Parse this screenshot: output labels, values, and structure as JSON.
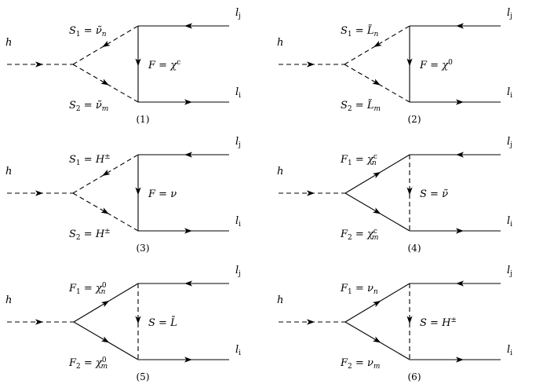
{
  "diagrams": [
    {
      "id": 1,
      "kind": "scalar-loop",
      "number": "(1)",
      "h": "h",
      "top": {
        "main": "S",
        "sub": "1",
        "rhs": "ν̃",
        "rhs_sub": "n"
      },
      "bottom": {
        "main": "S",
        "sub": "2",
        "rhs": "ν̃",
        "rhs_sub": "m"
      },
      "internal": {
        "main": "F",
        "rhs": "χ",
        "rhs_sup": "c",
        "rhs_sub": ""
      },
      "lj": {
        "main": "l",
        "sub": "j"
      },
      "li": {
        "main": "l",
        "sub": "i"
      }
    },
    {
      "id": 2,
      "kind": "scalar-loop",
      "number": "(2)",
      "h": "h",
      "top": {
        "main": "S",
        "sub": "1",
        "rhs": "L̃",
        "rhs_sub": "n"
      },
      "bottom": {
        "main": "S",
        "sub": "2",
        "rhs": "L̃",
        "rhs_sub": "m"
      },
      "internal": {
        "main": "F",
        "rhs": "χ",
        "rhs_sup": "0",
        "rhs_sub": ""
      },
      "lj": {
        "main": "l",
        "sub": "j"
      },
      "li": {
        "main": "l",
        "sub": "i"
      }
    },
    {
      "id": 3,
      "kind": "scalar-loop",
      "number": "(3)",
      "h": "h",
      "top": {
        "main": "S",
        "sub": "1",
        "rhs": "H",
        "rhs_sup": "±",
        "rhs_sub": ""
      },
      "bottom": {
        "main": "S",
        "sub": "2",
        "rhs": "H",
        "rhs_sup": "±",
        "rhs_sub": ""
      },
      "internal": {
        "main": "F",
        "rhs": "ν",
        "rhs_sup": "",
        "rhs_sub": ""
      },
      "lj": {
        "main": "l",
        "sub": "j"
      },
      "li": {
        "main": "l",
        "sub": "i"
      }
    },
    {
      "id": 4,
      "kind": "fermion-loop",
      "number": "(4)",
      "h": "h",
      "top": {
        "main": "F",
        "sub": "1",
        "rhs": "χ",
        "rhs_sup": "c",
        "rhs_sub": "n"
      },
      "bottom": {
        "main": "F",
        "sub": "2",
        "rhs": "χ",
        "rhs_sup": "c",
        "rhs_sub": "m"
      },
      "internal": {
        "main": "S",
        "rhs": "ν̃",
        "rhs_sup": "",
        "rhs_sub": ""
      },
      "lj": {
        "main": "l",
        "sub": "j"
      },
      "li": {
        "main": "l",
        "sub": "i"
      }
    },
    {
      "id": 5,
      "kind": "fermion-loop",
      "number": "(5)",
      "h": "h",
      "top": {
        "main": "F",
        "sub": "1",
        "rhs": "χ",
        "rhs_sup": "0",
        "rhs_sub": "n"
      },
      "bottom": {
        "main": "F",
        "sub": "2",
        "rhs": "χ",
        "rhs_sup": "0",
        "rhs_sub": "m"
      },
      "internal": {
        "main": "S",
        "rhs": "L̄",
        "rhs_sup": "",
        "rhs_sub": ""
      },
      "lj": {
        "main": "l",
        "sub": "j"
      },
      "li": {
        "main": "l",
        "sub": "i"
      }
    },
    {
      "id": 6,
      "kind": "fermion-loop",
      "number": "(6)",
      "h": "h",
      "top": {
        "main": "F",
        "sub": "1",
        "rhs": "ν",
        "rhs_sup": "",
        "rhs_sub": "n"
      },
      "bottom": {
        "main": "F",
        "sub": "2",
        "rhs": "ν",
        "rhs_sup": "",
        "rhs_sub": "m"
      },
      "internal": {
        "main": "S",
        "rhs": "H",
        "rhs_sup": "±",
        "rhs_sub": ""
      },
      "lj": {
        "main": "l",
        "sub": "j"
      },
      "li": {
        "main": "l",
        "sub": "i"
      }
    }
  ]
}
